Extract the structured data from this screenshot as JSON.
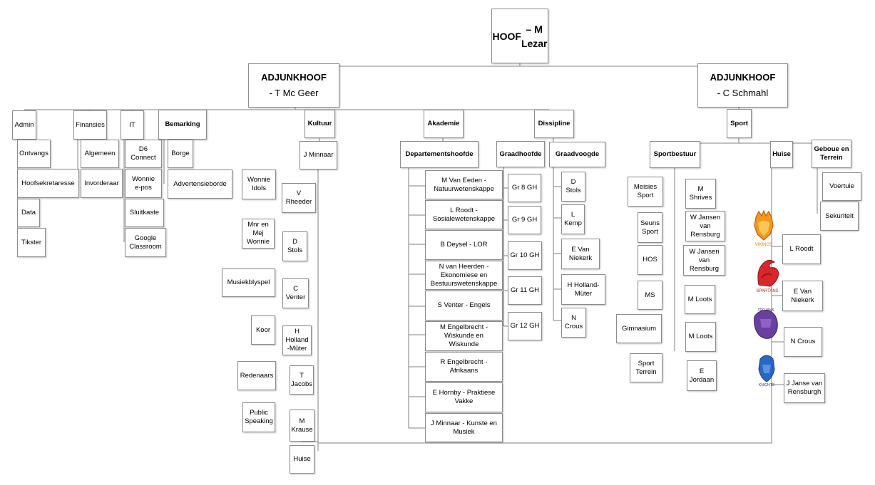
{
  "top": {
    "line1": "HOOF",
    "line2": "– M Lezar"
  },
  "deputy_left": {
    "line1": "ADJUNKHOOF",
    "line2": "- T Mc Geer"
  },
  "deputy_right": {
    "line1": "ADJUNKHOOF",
    "line2": "- C Schmahl"
  },
  "admin": {
    "title": "Admin",
    "items": [
      "Ontvangs",
      "Hoofsekretaresse",
      "Data",
      "Tikster"
    ]
  },
  "finansies": {
    "title": "Finansies",
    "items": [
      "Algemeen",
      "Invorderaar"
    ]
  },
  "it": {
    "title": "IT",
    "items": [
      "D6\nConnect",
      "Wonnie\ne-pos",
      "Sluitkaste",
      "Google\nClassroom"
    ]
  },
  "bemarking": {
    "title": "Bemarking",
    "items": [
      "Borge",
      "Advertensieborde"
    ]
  },
  "kultuur": {
    "title": "Kultuur",
    "head": "J Minnaar",
    "activities": [
      "Wonnie\nIdols",
      "Mnr en\nMej\nWonnie",
      "Musiekblyspel",
      "Koor",
      "Redenaars",
      "Public\nSpeaking"
    ],
    "people": [
      "V\nRheeder",
      "D\nStols",
      "C\nVenter",
      "H\nHolland\n-Müter",
      "T\nJacobs",
      "M\nKrause"
    ],
    "huise": "Huise"
  },
  "akademie": {
    "title": "Akademie",
    "dept_title": "Departementshoofde",
    "departments": [
      "M Van Eeden -\nNatuurwetenskappe",
      "L Roodt -\nSosialewetenskappe",
      "B Deysel - LOR",
      "N van Heerden -\nEkonomiese en\nBestuurswetenskappe",
      "S Venter - Engels",
      "M Engelbrecht -\nWiskunde en\nWiskunde",
      "R Engelbrecht -\nAfrikaans",
      "E Hornby - Praktiese\nVakke",
      "J Minnaar - Kunste en\nMusiek"
    ],
    "grade_title": "Graadhoofde",
    "grades": [
      "Gr 8 GH",
      "Gr 9 GH",
      "Gr 10 GH",
      "Gr 11 GH",
      "Gr 12 GH"
    ]
  },
  "dissipline": {
    "title": "Dissipline",
    "sub_title": "Graadvoogde",
    "items": [
      "D\nStols",
      "L\nKemp",
      "E Van\nNiekerk",
      "H Holland-\nMüter",
      "N\nCrous"
    ]
  },
  "sport": {
    "title": "Sport",
    "bestuur_title": "Sportbestuur",
    "activities": [
      "Meisies\nSport",
      "Seuns\nSport",
      "HOS",
      "MS",
      "Gimnasium",
      "Sport\nTerrein"
    ],
    "people": [
      "M\nShrives",
      "W Jansen\nvan\nRensburg",
      "W Jansen\nvan\nRensburg",
      "M Loots",
      "M Loots",
      "E\nJordaan"
    ],
    "huise_title": "Huise",
    "houses": [
      {
        "icon": "vikings-logo-icon",
        "label": "VIKINGS",
        "color": "#f29a1f",
        "person": "L Roodt"
      },
      {
        "icon": "spartans-logo-icon",
        "label": "SPARTANS",
        "color": "#d8262b",
        "person": "E Van\nNiekerk"
      },
      {
        "icon": "trojans-logo-icon",
        "label": "TROJANS",
        "color": "#6b3fa0",
        "person": "N Crous"
      },
      {
        "icon": "knights-logo-icon",
        "label": "KNIGHTS",
        "color": "#2a66c4",
        "person": "J Janse van\nRensburgh"
      }
    ],
    "geboue_title": "Geboue en\nTerrein",
    "geboue_items": [
      "Voertuie",
      "Sekuriteit"
    ]
  }
}
